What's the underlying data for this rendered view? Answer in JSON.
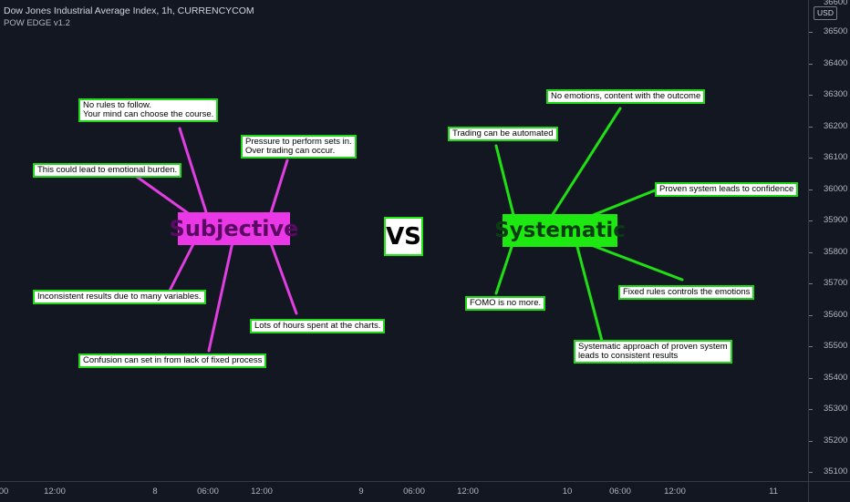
{
  "header": {
    "symbol": "Dow Jones Industrial Average Index, 1h, CURRENCYCOM",
    "indicator": "POW EDGE v1.2"
  },
  "subjective": {
    "title": "Subjective",
    "notes": [
      "No rules to follow.\nYour mind can choose the course.",
      "Pressure to perform sets in.\nOver trading can occur.",
      "This could lead to emotional burden.",
      "Inconsistent results due to many variables.",
      "Lots of hours spent at the charts.",
      "Confusion can set in from lack of fixed process"
    ]
  },
  "vs_label": "VS",
  "systematic": {
    "title": "Systematic",
    "notes": [
      "No emotions, content with the outcome",
      "Trading can be automated",
      "Proven system leads to confidence",
      "FOMO is no more.",
      "Fixed rules controls the emotions",
      "Systematic approach of proven system\nleads to consistent results"
    ]
  },
  "y_axis": {
    "currency": "USD",
    "ticks": [
      "36600",
      "36500",
      "36400",
      "36300",
      "36200",
      "36100",
      "36000",
      "35900",
      "35800",
      "35700",
      "35600",
      "35500",
      "35400",
      "35300",
      "35200",
      "35100"
    ]
  },
  "x_axis": {
    "ticks": [
      "00",
      "12:00",
      "8",
      "06:00",
      "12:00",
      "9",
      "06:00",
      "12:00",
      "10",
      "06:00",
      "12:00",
      "11"
    ]
  },
  "colors": {
    "background": "#131722",
    "subjective": "#ea38e6",
    "systematic": "#1ee811"
  }
}
